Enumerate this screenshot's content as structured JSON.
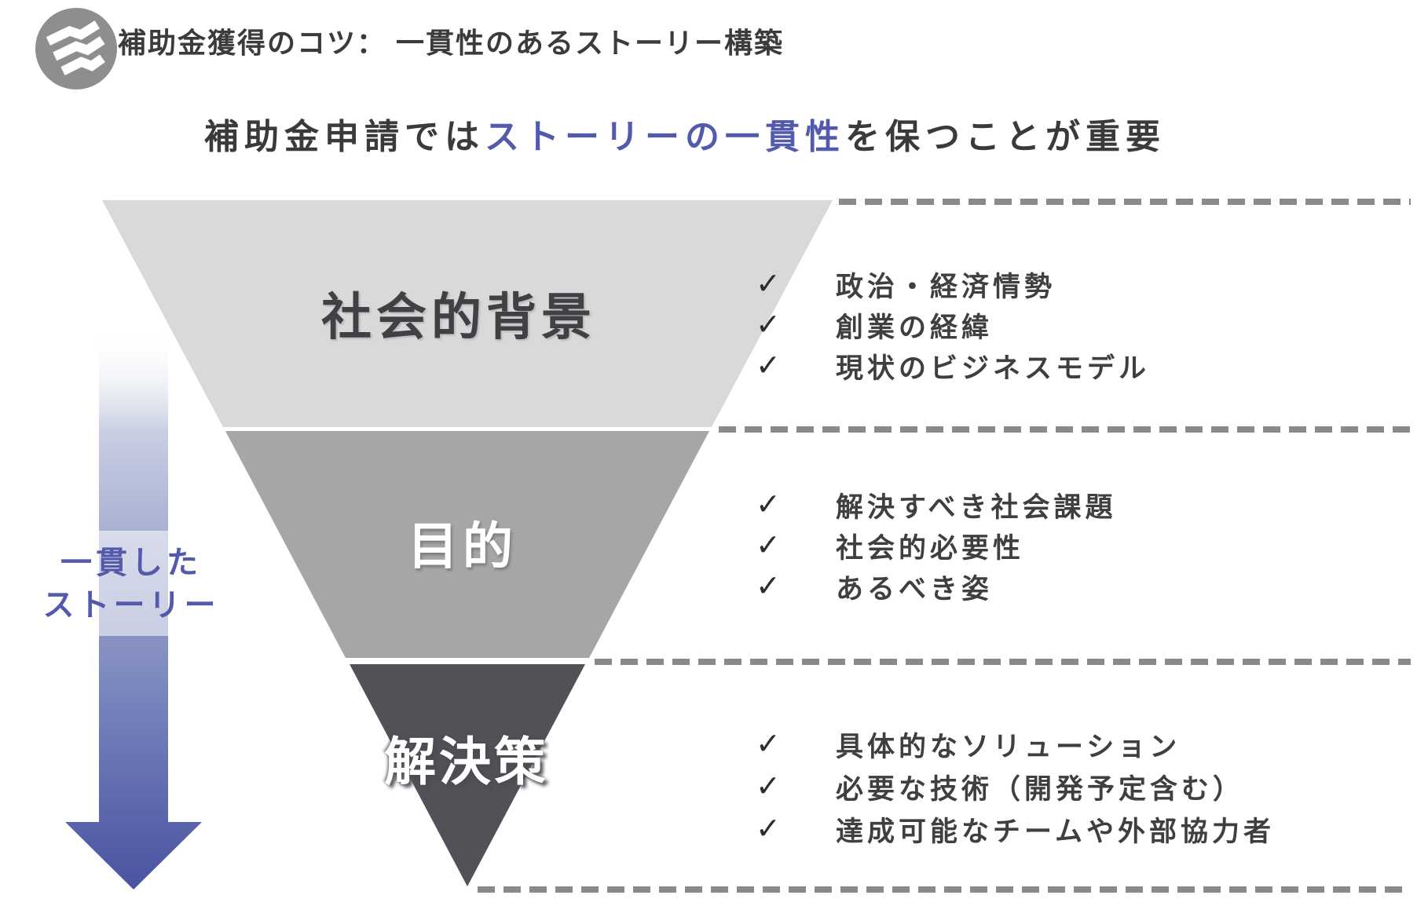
{
  "header": {
    "logo_icon": "waves-logo-icon",
    "title": "補助金獲得のコツ： 一貫性のあるストーリー構築"
  },
  "subtitle": {
    "pre": "補助金申請では",
    "highlight": "ストーリーの一貫性",
    "post": "を保つことが重要"
  },
  "funnel": {
    "levels": [
      {
        "label": "社会的背景",
        "fill": "#d9d9d9",
        "items": [
          "政治・経済情勢",
          "創業の経緯",
          "現状のビジネスモデル"
        ]
      },
      {
        "label": "目的",
        "fill": "#a6a6a6",
        "items": [
          "解決すべき社会課題",
          "社会的必要性",
          "あるべき姿"
        ]
      },
      {
        "label": "解決策",
        "fill": "#515157",
        "items": [
          "具体的なソリューション",
          "必要な技術（開発予定含む）",
          "達成可能なチームや外部協力者"
        ]
      }
    ]
  },
  "arrow": {
    "label_line1": "一貫した",
    "label_line2": "ストーリー",
    "gradient_top": "#ffffff",
    "gradient_light": "#c9cfe3",
    "gradient_mid": "#98a2ca",
    "gradient_deep": "#6b76b6",
    "gradient_bottom": "#4a53a0"
  },
  "checkmark_glyph": "✓",
  "colors": {
    "accent_blue": "#535aac",
    "title_text": "#3b3b3b",
    "body_text": "#3f3f3f",
    "dashed_line": "#8a8a8a",
    "logo_gray": "#8e8e8e"
  }
}
